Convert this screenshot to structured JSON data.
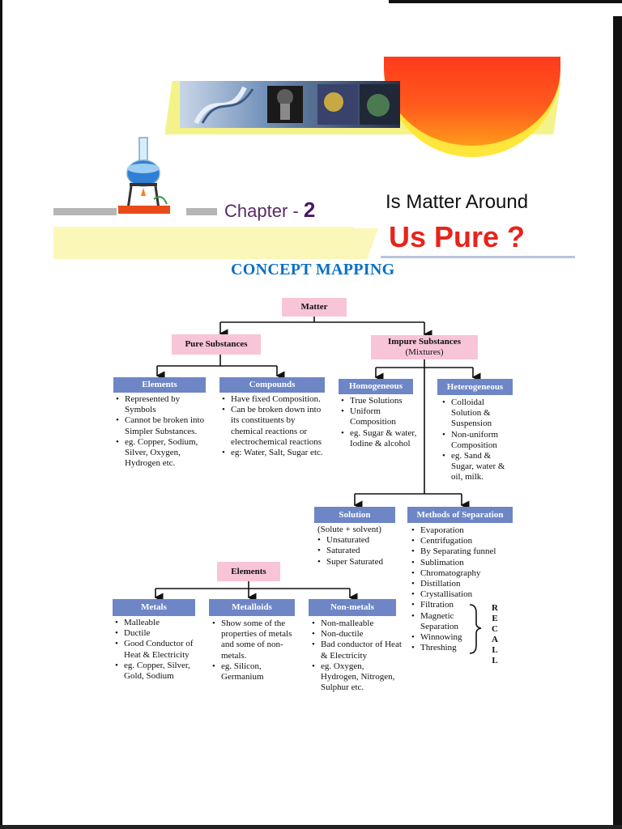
{
  "header": {
    "chapter_prefix": "Chapter -",
    "chapter_number": "2",
    "title_line1": "Is Matter Around",
    "title_line2": "Us Pure ?",
    "section": "CONCEPT MAPPING"
  },
  "map": {
    "root": "Matter",
    "pure": "Pure Substances",
    "impure_line1": "Impure Substances",
    "impure_line2": "(Mixtures)",
    "elements": {
      "label": "Elements",
      "items": [
        "Represented by Symbols",
        "Cannot be broken into Simpler Substances.",
        "eg. Copper, Sodium, Silver, Oxygen, Hydrogen etc."
      ]
    },
    "compounds": {
      "label": "Compounds",
      "items": [
        "Have fixed Composition.",
        "Can be broken down into its constituents by chemical reactions or electrochemical reactions",
        "eg: Water, Salt, Sugar etc."
      ]
    },
    "homogeneous": {
      "label": "Homogeneous",
      "items": [
        "True Solutions",
        "Uniform Composition",
        "eg. Sugar & water, Iodine & alcohol"
      ]
    },
    "heterogeneous": {
      "label": "Heterogeneous",
      "items": [
        "Colloidal Solution & Suspension",
        "Non-uniform Composition",
        "eg. Sand & Sugar, water & oil, milk."
      ]
    },
    "solution": {
      "label": "Solution",
      "note": "(Solute + solvent)",
      "items": [
        "Unsaturated",
        "Saturated",
        "Super Saturated"
      ]
    },
    "separation": {
      "label": "Methods of Separation",
      "items": [
        "Evaporation",
        "Centrifugation",
        "By Separating funnel",
        "Sublimation",
        "Chromatography",
        "Distillation",
        "Crystallisation",
        "Filtration",
        "Magnetic Separation",
        "Winnowing",
        "Threshing"
      ],
      "recall": [
        "R",
        "E",
        "C",
        "A",
        "L",
        "L"
      ]
    },
    "elements2": "Elements",
    "metals": {
      "label": "Metals",
      "items": [
        "Malleable",
        "Ductile",
        "Good Conductor of Heat & Electricity",
        "eg. Copper, Silver, Gold, Sodium"
      ]
    },
    "metalloids": {
      "label": "Metalloids",
      "items": [
        "Show some of the properties of metals and some of non-metals.",
        "eg. Silicon, Germanium"
      ]
    },
    "nonmetals": {
      "label": "Non-metals",
      "items": [
        "Non-malleable",
        "Non-ductile",
        "Bad conductor of Heat & Electricity",
        "eg. Oxygen, Hydrogen, Nitrogen, Sulphur etc."
      ]
    }
  }
}
